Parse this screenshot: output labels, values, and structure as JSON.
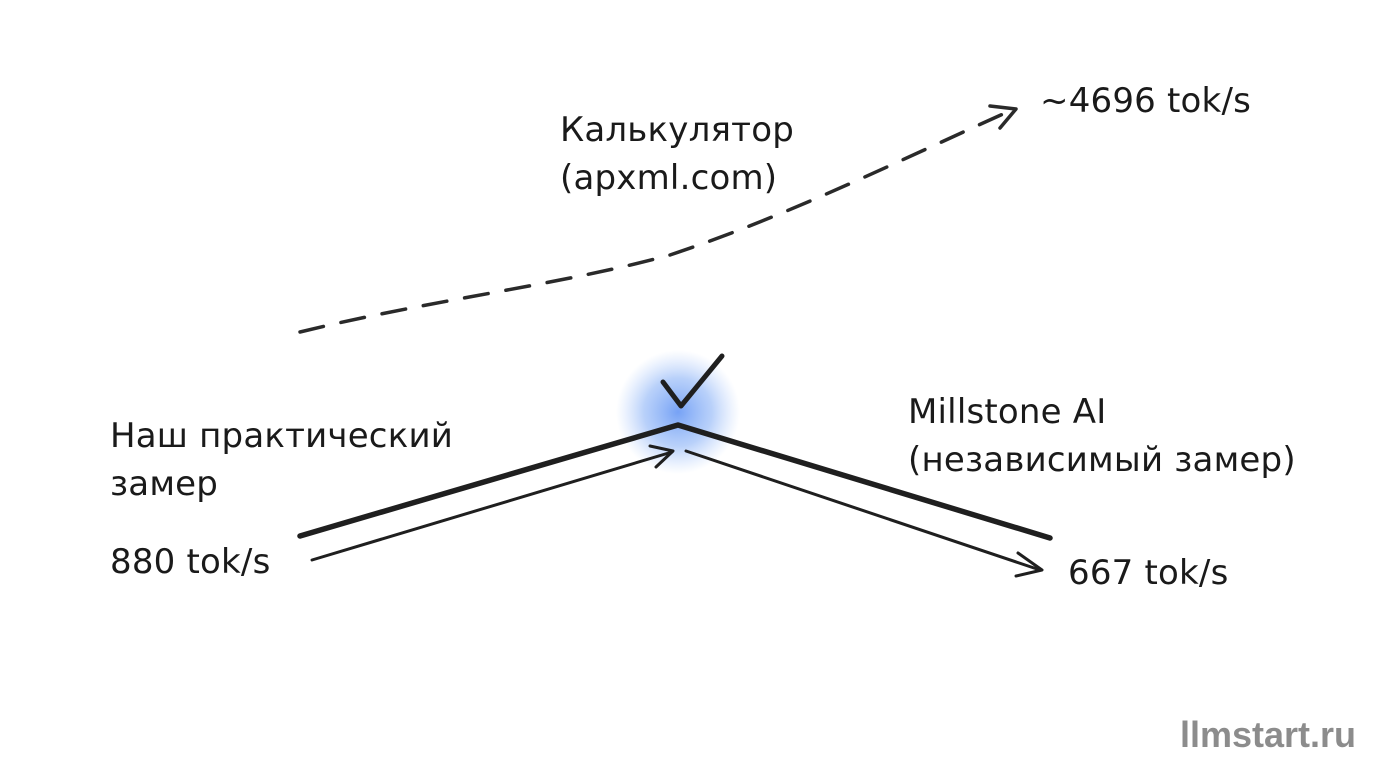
{
  "calculator": {
    "label_line1": "Калькулятор",
    "label_line2": "(apxml.com)",
    "value": "~4696 tok/s"
  },
  "practical": {
    "label_line1": "Наш практический",
    "label_line2": "замер",
    "value": "880 tok/s"
  },
  "millstone": {
    "label_line1": "Millstone AI",
    "label_line2": "(независимый замер)",
    "value": "667 tok/s"
  },
  "watermark": "llmstart.ru",
  "colors": {
    "ink": "#1a1a1a",
    "highlight": "#6f9df5",
    "watermark": "#8c8c8c"
  },
  "icons": [
    "checkmark-icon",
    "arrowhead-icon"
  ]
}
